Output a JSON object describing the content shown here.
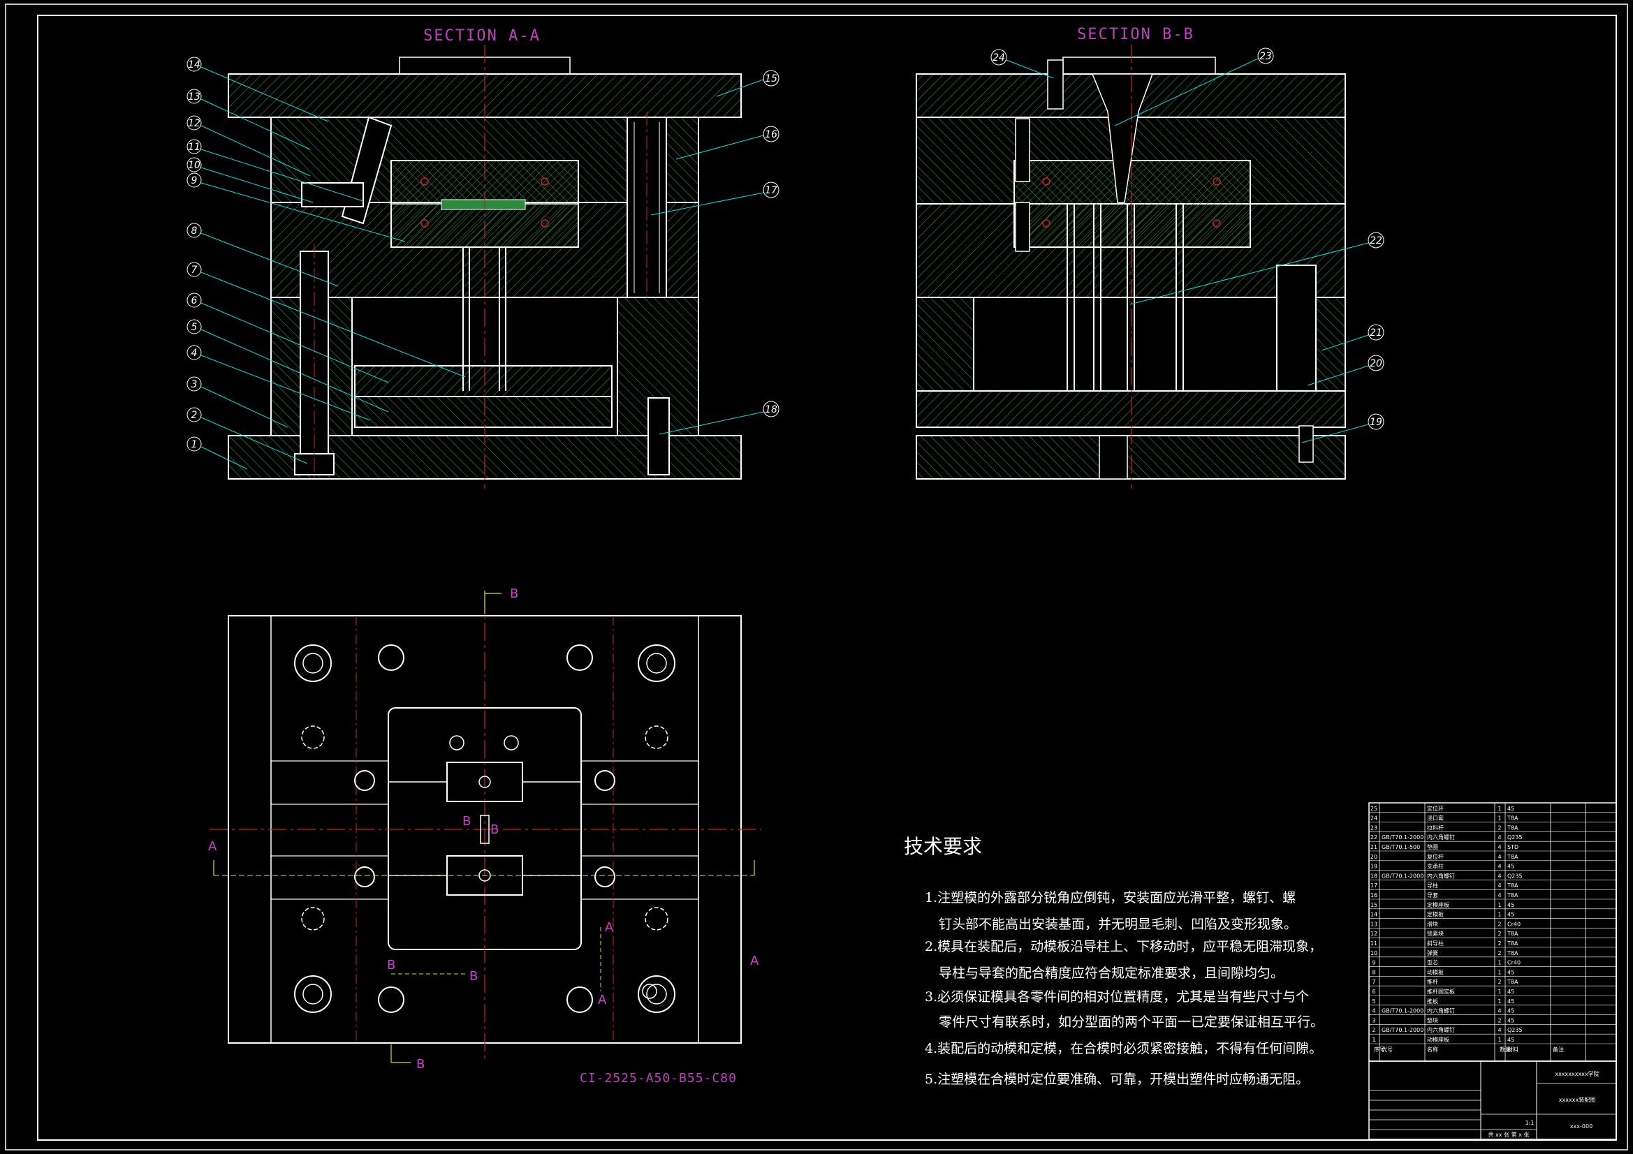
{
  "drawing": {
    "section_a_title": "SECTION A-A",
    "section_b_title": "SECTION B-B",
    "mold_base_code": "CI-2525-A50-B55-C80",
    "callouts_left": [
      "14",
      "13",
      "12",
      "11",
      "10",
      "9",
      "8",
      "7",
      "6",
      "5",
      "4",
      "3",
      "2",
      "1"
    ],
    "callouts_right_a": [
      "15",
      "16",
      "17",
      "18"
    ],
    "callouts_b": [
      "24",
      "23",
      "22",
      "21",
      "20",
      "19"
    ],
    "section_markers": {
      "a": "A",
      "b": "B"
    },
    "colors": {
      "background": "#000000",
      "outline": "#ffffff",
      "hatch": "#2f9a4a",
      "centerline": "#d02020",
      "leader": "#00e0e0",
      "accent": "#c040c0",
      "yellow": "#e0e000"
    }
  },
  "requirements": {
    "title": "技术要求",
    "lines": [
      "1.注塑模的外露部分锐角应倒钝，安装面应光滑平整，螺钉、螺",
      "钉头部不能高出安装基面，并无明显毛刺、凹陷及变形现象。",
      "2.模具在装配后，动模板沿导柱上、下移动时，应平稳无阻滞现象，",
      "导柱与导套的配合精度应符合规定标准要求，且间隙均匀。",
      "3.必须保证模具各零件间的相对位置精度，尤其是当有些尺寸与个",
      "零件尺寸有联系时，如分型面的两个平面一已定要保证相互平行。",
      "4.装配后的动模和定模，在合模时必须紧密接触，不得有任何间隙。",
      "5.注塑模在合模时定位要准确、可靠，开模出塑件时应畅通无阻。"
    ]
  },
  "bom": {
    "rows": [
      [
        "25",
        "",
        "定位环",
        "1",
        "45",
        ""
      ],
      [
        "24",
        "",
        "浇口套",
        "1",
        "T8A",
        ""
      ],
      [
        "23",
        "",
        "拉料杆",
        "2",
        "T8A",
        ""
      ],
      [
        "22",
        "GB/T70.1-2000",
        "内六角螺钉",
        "4",
        "Q235",
        ""
      ],
      [
        "21",
        "GB/T70.1-500",
        "垫圈",
        "4",
        "STD",
        ""
      ],
      [
        "20",
        "",
        "复位杆",
        "4",
        "T8A",
        ""
      ],
      [
        "19",
        "",
        "支承柱",
        "4",
        "45",
        ""
      ],
      [
        "18",
        "GB/T70.1-2000",
        "内六角螺钉",
        "4",
        "Q235",
        ""
      ],
      [
        "17",
        "",
        "导柱",
        "4",
        "T8A",
        ""
      ],
      [
        "16",
        "",
        "导套",
        "4",
        "T8A",
        ""
      ],
      [
        "15",
        "",
        "定模座板",
        "1",
        "45",
        ""
      ],
      [
        "14",
        "",
        "定模板",
        "1",
        "45",
        ""
      ],
      [
        "13",
        "",
        "滑块",
        "2",
        "Cr40",
        ""
      ],
      [
        "12",
        "",
        "锁紧块",
        "2",
        "T8A",
        ""
      ],
      [
        "11",
        "",
        "斜导柱",
        "2",
        "T8A",
        ""
      ],
      [
        "10",
        "",
        "弹簧",
        "2",
        "T8A",
        ""
      ],
      [
        "9",
        "",
        "型芯",
        "1",
        "Cr40",
        ""
      ],
      [
        "8",
        "",
        "动模板",
        "1",
        "45",
        ""
      ],
      [
        "7",
        "",
        "推杆",
        "2",
        "T8A",
        ""
      ],
      [
        "6",
        "",
        "推杆固定板",
        "1",
        "45",
        ""
      ],
      [
        "5",
        "",
        "推板",
        "1",
        "45",
        ""
      ],
      [
        "4",
        "GB/T70.1-2000",
        "内六角螺钉",
        "4",
        "45",
        ""
      ],
      [
        "3",
        "",
        "垫块",
        "2",
        "45",
        ""
      ],
      [
        "2",
        "GB/T70.1-2000",
        "内六角螺钉",
        "4",
        "Q235",
        ""
      ],
      [
        "1",
        "",
        "动模座板",
        "1",
        "45",
        ""
      ]
    ],
    "header": [
      "序号",
      "代号",
      "名称",
      "数量",
      "材料",
      "备注"
    ]
  },
  "title_block": {
    "school": "xxxxxxxxxx学院",
    "drawing_name": "xxxxxx装配图",
    "drawing_no": "xxx-000",
    "scale": "1:1",
    "sheet": "共 xx 张  第 x 张"
  }
}
